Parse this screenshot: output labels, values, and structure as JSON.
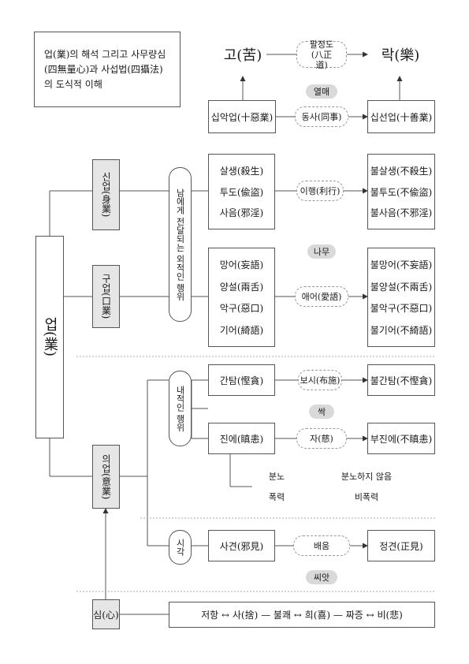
{
  "title": "업(業)의 해석 그리고 사무량심(四無量心)과 사섭법(四攝法)의 도식적 이해",
  "top": {
    "suffering": "고(苦)",
    "bliss": "락(樂)",
    "path": "팔정도(八正道)",
    "nirvana": "열매",
    "ten_evil": "십악업(十惡業)",
    "ten_good": "십선업(十善業)",
    "cooperation": "동사(同事)"
  },
  "karma": {
    "main": "업(業)",
    "body": "신업(身業)",
    "speech": "구업(口業)",
    "mind": "의업(意業)",
    "heart": "심(心)"
  },
  "groups": {
    "external": "남에게 전달되는 외적인 행위",
    "internal": "내적인 행위",
    "view": "시각"
  },
  "body_acts": {
    "evil": [
      "살생(殺生)",
      "투도(偸盜)",
      "사음(邪淫)"
    ],
    "good": [
      "불살생(不殺生)",
      "불투도(不偸盜)",
      "불사음(不邪淫)"
    ],
    "method": "이행(利行)"
  },
  "speech_acts": {
    "evil": [
      "망어(妄語)",
      "양설(兩舌)",
      "악구(惡口)",
      "기어(綺語)"
    ],
    "good": [
      "불망어(不妄語)",
      "불양설(不兩舌)",
      "불악구(不惡口)",
      "불기어(不綺語)"
    ],
    "method": "애어(愛語)"
  },
  "stage_labels": {
    "tree": "나무",
    "sprout": "싹",
    "seed": "씨앗"
  },
  "mind_acts": {
    "greed": "간탐(慳貪)",
    "giving": "보시(布施)",
    "no_greed": "불간탐(不慳貪)",
    "anger": "진에(瞋恚)",
    "compassion": "자(慈)",
    "no_anger": "부진에(不瞋恚)",
    "anger_sub": [
      "분노",
      "폭력"
    ],
    "no_anger_sub": [
      "분노하지 않음",
      "비폭력"
    ],
    "wrong_view": "사견(邪見)",
    "learning": "배움",
    "right_view": "정견(正見)"
  },
  "heart_line": "저항 ↔ 사(捨) — 불쾌 ↔ 희(喜) — 짜증 ↔ 비(悲)"
}
